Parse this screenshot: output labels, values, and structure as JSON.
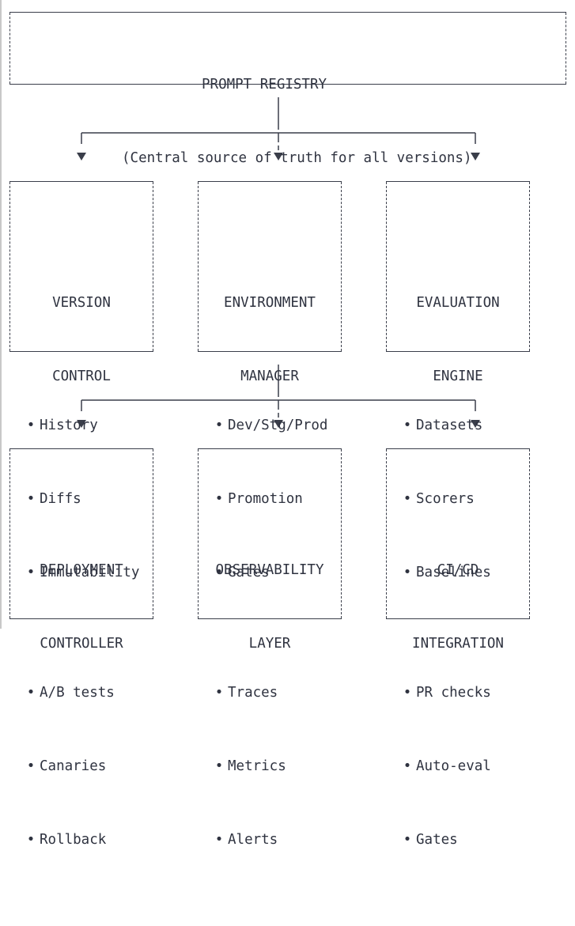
{
  "registry": {
    "title": "PROMPT REGISTRY",
    "subtitle": "(Central source of truth for all versions)"
  },
  "row1": [
    {
      "title": [
        "VERSION",
        "CONTROL"
      ],
      "items": [
        "History",
        "Diffs",
        "Immutability"
      ]
    },
    {
      "title": [
        "ENVIRONMENT",
        "MANAGER"
      ],
      "items": [
        "Dev/Stg/Prod",
        "Promotion",
        "Gates"
      ]
    },
    {
      "title": [
        "EVALUATION",
        "ENGINE"
      ],
      "items": [
        "Datasets",
        "Scorers",
        "Baselines"
      ]
    }
  ],
  "row2": [
    {
      "title": [
        "DEPLOYMENT",
        "CONTROLLER"
      ],
      "items": [
        "A/B tests",
        "Canaries",
        "Rollback"
      ]
    },
    {
      "title": [
        "OBSERVABILITY",
        "LAYER"
      ],
      "items": [
        "Traces",
        "Metrics",
        "Alerts"
      ]
    },
    {
      "title": [
        "CI/CD",
        "INTEGRATION"
      ],
      "items": [
        "PR checks",
        "Auto-eval",
        "Gates"
      ]
    }
  ],
  "bullet_glyph": "•",
  "colors": {
    "line": "#3a3e4a",
    "text": "#2f3340",
    "background": "#ffffff"
  }
}
